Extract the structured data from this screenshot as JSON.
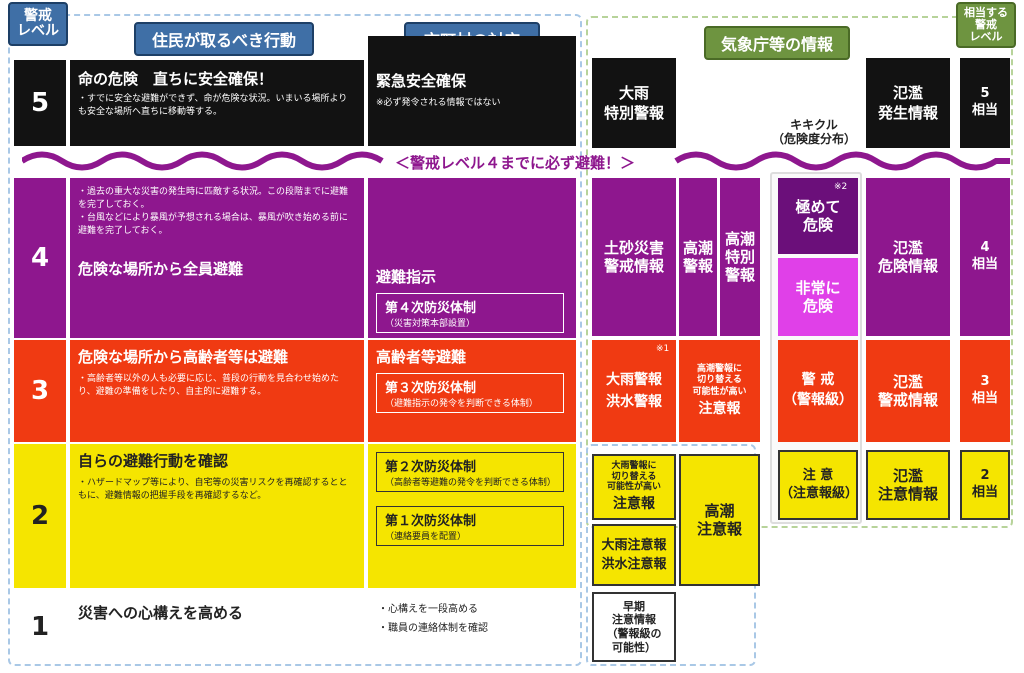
{
  "header": {
    "left_level": "警戒\nレベル",
    "residents": "住民が取るべき行動",
    "municipality": "市町村の対応",
    "jma": "気象庁等の情報",
    "right_level": "相当する\n警戒\nレベル"
  },
  "banner": "＜警戒レベル４までに必ず避難！＞",
  "kikikuru": "キキクル\n（危険度分布）",
  "levels": {
    "l5": {
      "num": "5",
      "action_title": "命の危険　直ちに安全確保！",
      "action_notes": "・すでに安全な避難ができず、命が危険な状況。いまいる場所よりも安全な場所へ直ちに移動等する。",
      "muni_title": "緊急安全確保",
      "muni_note": "※必ず発令される情報ではない",
      "right": "5\n相当"
    },
    "l4": {
      "num": "4",
      "notes": "・過去の重大な災害の発生時に匹敵する状況。この段階までに避難を完了しておく。\n・台風などにより暴風が予想される場合は、暴風が吹き始める前に避難を完了しておく。",
      "action_title": "危険な場所から全員避難",
      "muni_title": "避難指示",
      "muni_box_title": "第４次防災体制",
      "muni_box_sub": "（災害対策本部設置）",
      "right": "4\n相当"
    },
    "l3": {
      "num": "3",
      "action_title": "危険な場所から高齢者等は避難",
      "action_notes": "・高齢者等以外の人も必要に応じ、普段の行動を見合わせ始めたり、避難の準備をしたり、自主的に避難する。",
      "muni_title": "高齢者等避難",
      "muni_box_title": "第３次防災体制",
      "muni_box_sub": "（避難指示の発令を判断できる体制）",
      "right": "3\n相当"
    },
    "l2": {
      "num": "2",
      "action_title": "自らの避難行動を確認",
      "action_notes": "・ハザードマップ等により、自宅等の災害リスクを再確認するとともに、避難情報の把握手段を再確認するなど。",
      "muni_box1_title": "第２次防災体制",
      "muni_box1_sub": "（高齢者等避難の発令を判断できる体制）",
      "muni_box2_title": "第１次防災体制",
      "muni_box2_sub": "（連絡要員を配置）",
      "right": "2\n相当"
    },
    "l1": {
      "num": "1",
      "action_title": "災害への心構えを高める",
      "muni_notes": "・心構えを一段高める\n・職員の連絡体制を確認"
    }
  },
  "jma": {
    "heavy_rain_special": "大雨\n特別警報",
    "flood_occurrence": "氾濫\n発生情報",
    "landslide_warning": "土砂災害\n警戒情報",
    "storm_surge_warning": "高潮\n警報",
    "storm_surge_special": "高潮\n特別\n警報",
    "extremely_dangerous": "極めて\n危険",
    "note2": "※2",
    "very_dangerous": "非常に\n危険",
    "flood_danger": "氾濫\n危険情報",
    "heavy_rain_flood_warning": "大雨警報\n洪水警報",
    "note1": "※1",
    "storm_surge_advisory_switch_small": "高潮警報に\n切り替える\n可能性が高い",
    "storm_surge_advisory_switch_big": "注意報",
    "warning_level": "警 戒\n（警報級）",
    "flood_warning_info": "氾濫\n警戒情報",
    "heavy_rain_switch_small": "大雨警報に\n切り替える\n可能性が高い",
    "heavy_rain_switch_big": "注意報",
    "storm_surge_advisory": "高潮\n注意報",
    "caution": "注 意\n（注意報級）",
    "flood_caution": "氾濫\n注意情報",
    "heavy_rain_flood_advisory": "大雨注意報\n洪水注意報",
    "early_warning": "早期\n注意情報\n（警報級の\n可能性）"
  }
}
